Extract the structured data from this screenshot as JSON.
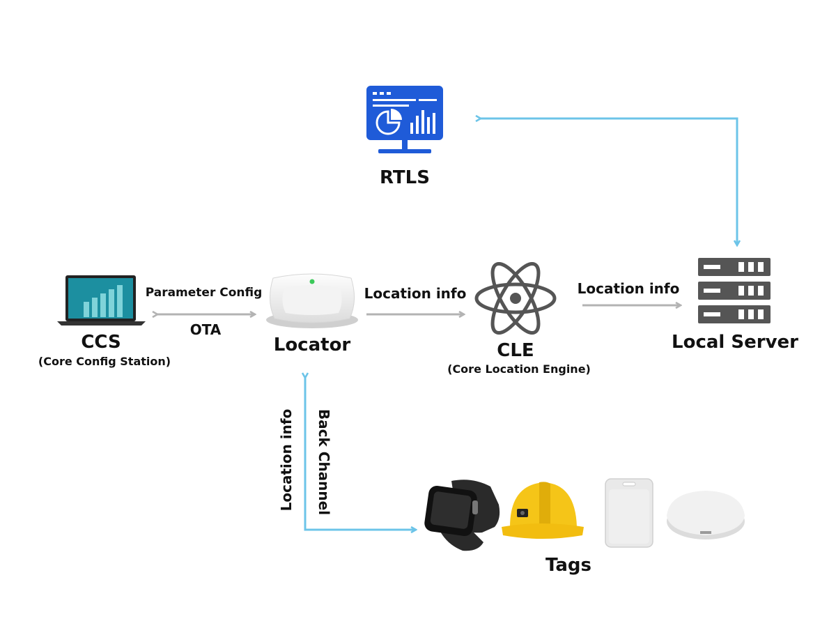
{
  "nodes": {
    "rtls": {
      "title": "RTLS",
      "icon": "dashboard-monitor-icon"
    },
    "ccs": {
      "title": "CCS",
      "subtitle": "(Core Config Station)",
      "icon": "laptop-chart-icon"
    },
    "locator": {
      "title": "Locator",
      "icon": "locator-device-icon"
    },
    "cle": {
      "title": "CLE",
      "subtitle": "(Core Location Engine)",
      "icon": "atom-icon"
    },
    "server": {
      "title": "Local Server",
      "icon": "server-rack-icon"
    },
    "tags": {
      "title": "Tags",
      "items": [
        "watch-tag-icon",
        "helmet-tag-icon",
        "card-tag-icon",
        "puck-tag-icon"
      ]
    }
  },
  "edges": {
    "ccs_locator_top": "Parameter Config",
    "ccs_locator_bottom": "OTA",
    "locator_cle": "Location info",
    "cle_server": "Location info",
    "tags_left": "Location info",
    "tags_right": "Back Channel"
  },
  "colors": {
    "blue_link": "#6cc4e8",
    "gray_link": "#b3b3b3",
    "icon_blue": "#1f5bd8",
    "icon_gray": "#555555",
    "laptop_screen": "#1c8fa0"
  }
}
